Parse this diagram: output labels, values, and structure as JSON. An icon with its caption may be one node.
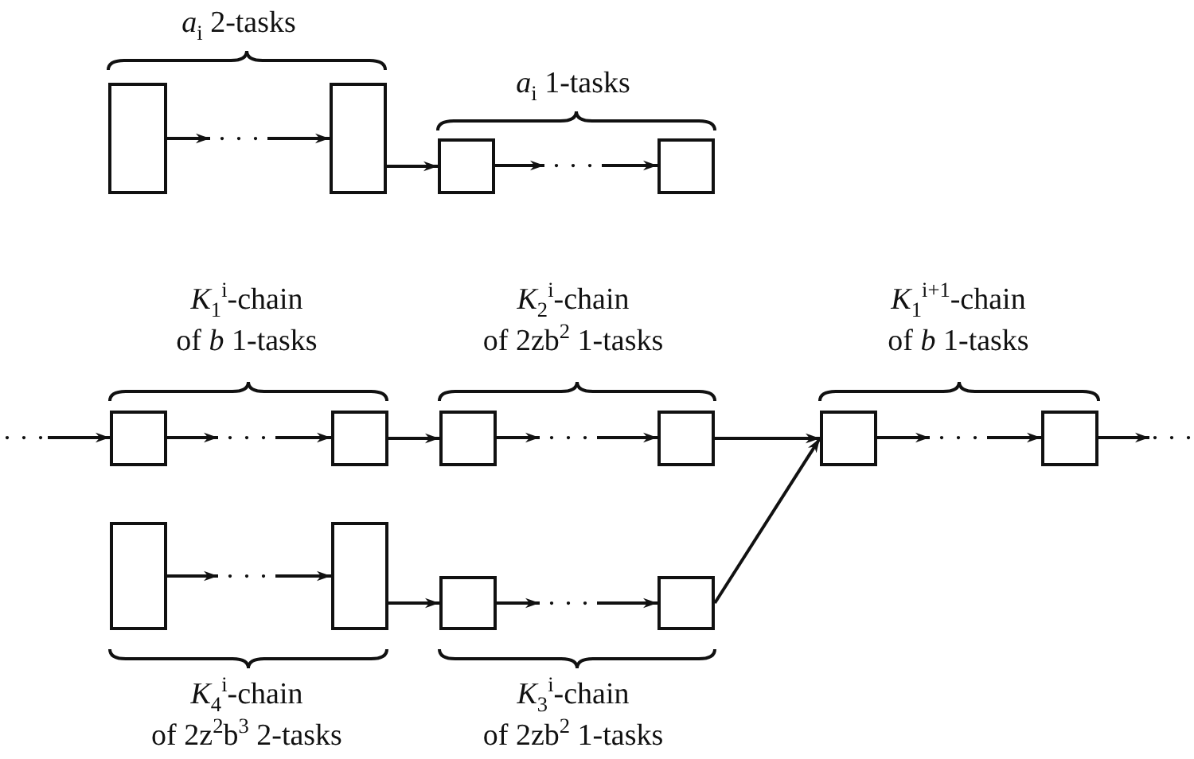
{
  "diagram": {
    "nodes": [
      {
        "text": [],
        "shape": "box"
      },
      {
        "text": [
          "· · ·"
        ]
      },
      {
        "text": [],
        "shape": "box"
      },
      {
        "text": [],
        "shape": "box"
      },
      {
        "text": [
          "· · ·"
        ]
      },
      {
        "text": [],
        "shape": "box"
      },
      {
        "text": [
          "· · ·"
        ]
      },
      {
        "text": [],
        "shape": "box"
      },
      {
        "text": [
          "· · ·"
        ]
      },
      {
        "text": [],
        "shape": "box"
      },
      {
        "text": [],
        "shape": "box"
      },
      {
        "text": [
          "· · ·"
        ]
      },
      {
        "text": [],
        "shape": "box"
      },
      {
        "text": [],
        "shape": "box"
      },
      {
        "text": [
          "· · ·"
        ]
      },
      {
        "text": [],
        "shape": "box"
      },
      {
        "text": [
          "· · ·"
        ]
      },
      {
        "text": [],
        "shape": "box"
      },
      {
        "text": [
          "· · ·"
        ]
      },
      {
        "text": [],
        "shape": "box"
      },
      {
        "text": [],
        "shape": "box"
      },
      {
        "text": [
          "· · ·"
        ]
      },
      {
        "text": [],
        "shape": "box"
      }
    ],
    "edges": [
      {
        "from": 0,
        "to": 1,
        "arrow": "to"
      },
      {
        "from": 1,
        "to": 2,
        "arrow": "to"
      },
      {
        "from": 2,
        "to": 3,
        "arrow": "to"
      },
      {
        "from": 3,
        "to": 4,
        "arrow": "to"
      },
      {
        "from": 4,
        "to": 5,
        "arrow": "to"
      },
      {
        "from": 6,
        "to": 7,
        "arrow": "to"
      },
      {
        "from": 7,
        "to": 8,
        "arrow": "to"
      },
      {
        "from": 8,
        "to": 9,
        "arrow": "to"
      },
      {
        "from": 9,
        "to": 10,
        "arrow": "to"
      },
      {
        "from": 10,
        "to": 11,
        "arrow": "to"
      },
      {
        "from": 11,
        "to": 12,
        "arrow": "to"
      },
      {
        "from": 12,
        "to": 13,
        "arrow": "to"
      },
      {
        "from": 13,
        "to": 14,
        "arrow": "to"
      },
      {
        "from": 14,
        "to": 15,
        "arrow": "to"
      },
      {
        "from": 15,
        "to": 16,
        "arrow": "to"
      },
      {
        "from": 17,
        "to": 18,
        "arrow": "to"
      },
      {
        "from": 18,
        "to": 19,
        "arrow": "to"
      },
      {
        "from": 19,
        "to": 20,
        "arrow": "to"
      },
      {
        "from": 20,
        "to": 21,
        "arrow": "to"
      },
      {
        "from": 21,
        "to": 22,
        "arrow": "to"
      },
      {
        "from": 22,
        "to": 13,
        "arrow": "to"
      }
    ],
    "labels": [
      "*a*$_{i}$ 2-tasks",
      "*a*$_{i}$ 1-tasks",
      "*K*$_{1}$$^{i}$-chain of *b* 1-tasks",
      "*K*$_{2}$$^{i}$-chain of 2zb$^{2}$ 1-tasks",
      "*K*$_{1}$$^{i+1}$-chain of *b* 1-tasks",
      "*K*$_{4}$$^{i}$-chain of 2z$^{2}$b$^{3}$ 2-tasks",
      "*K*$_{3}$$^{i}$-chain of 2zb$^{2}$ 1-tasks"
    ]
  }
}
